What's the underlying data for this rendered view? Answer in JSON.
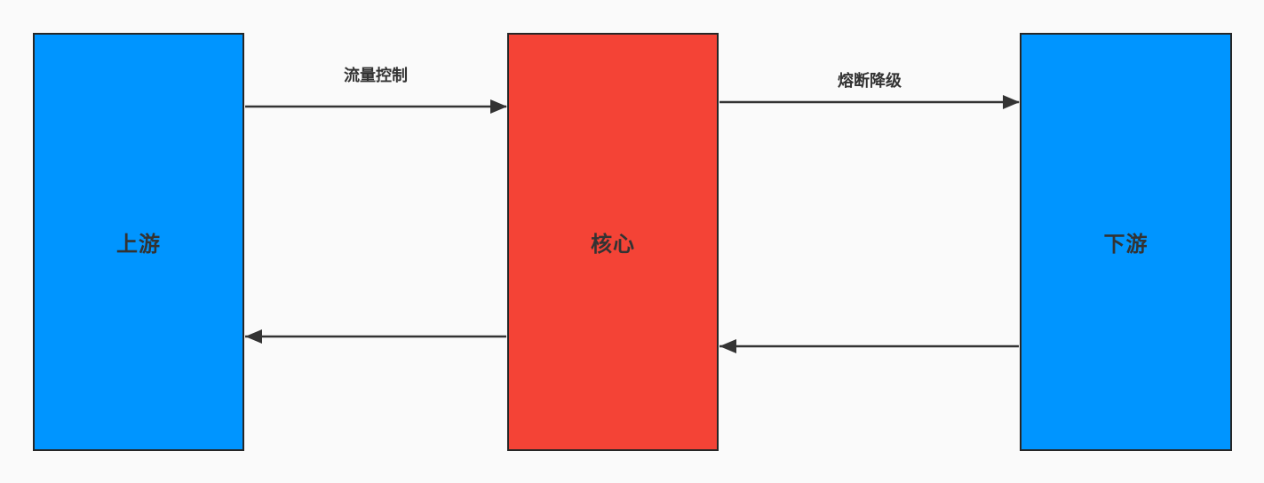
{
  "diagram": {
    "nodes": {
      "upstream": {
        "label": "上游",
        "color": "#0095ff"
      },
      "core": {
        "label": "核心",
        "color": "#f44336"
      },
      "downstream": {
        "label": "下游",
        "color": "#0095ff"
      }
    },
    "edges": [
      {
        "from": "upstream",
        "to": "core",
        "label": "流量控制"
      },
      {
        "from": "core",
        "to": "downstream",
        "label": "熔断降级"
      },
      {
        "from": "downstream",
        "to": "core",
        "label": ""
      },
      {
        "from": "core",
        "to": "upstream",
        "label": ""
      }
    ],
    "line_color": "#333333"
  }
}
